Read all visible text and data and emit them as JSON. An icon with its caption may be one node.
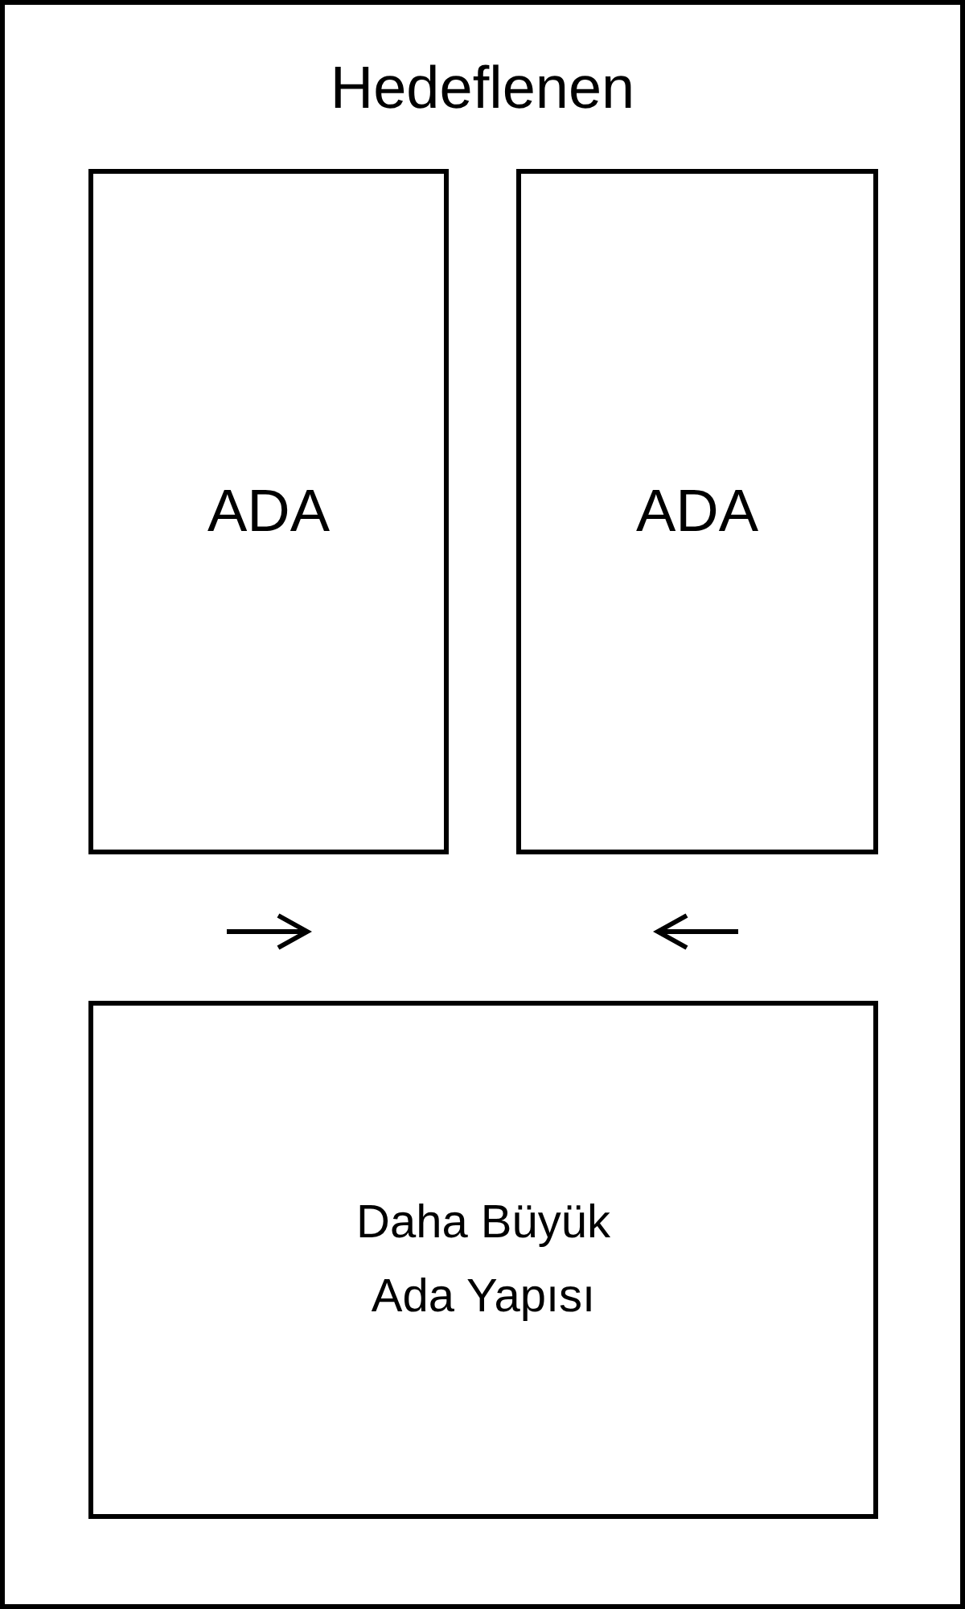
{
  "diagram": {
    "nodes": [
      {
        "text": [
          "Hedeflenen"
        ]
      },
      {
        "text": [
          "ADA"
        ],
        "in": 0
      },
      {
        "text": [
          "ADA"
        ],
        "in": 0
      },
      {
        "text": [
          "Daha Büyük Ada Yapısı"
        ],
        "in": 0
      }
    ]
  }
}
